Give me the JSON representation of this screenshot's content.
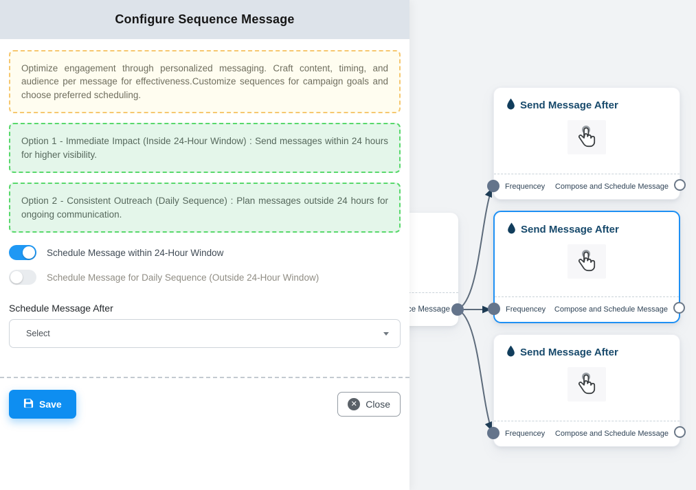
{
  "panel": {
    "title": "Configure Sequence Message",
    "info_note": "Optimize engagement through personalized messaging. Craft content, timing, and audience per message for effectiveness.Customize sequences for campaign goals and choose preferred scheduling.",
    "option1": "Option 1 - Immediate Impact (Inside 24-Hour Window) : Send messages within 24 hours for higher visibility.",
    "option2": "Option 2 - Consistent Outreach (Daily Sequence) : Plan messages outside 24 hours for ongoing communication.",
    "toggles": [
      {
        "label": "Schedule Message within 24-Hour Window",
        "state": "on"
      },
      {
        "label": "Schedule Message for Daily Sequence (Outside 24-Hour Window)",
        "state": "off"
      }
    ],
    "schedule_after": {
      "label": "Schedule Message After",
      "placeholder": "Select"
    },
    "buttons": {
      "save": "Save",
      "close": "Close"
    }
  },
  "canvas": {
    "parent_node": {
      "port_label_fragment": "ce Message"
    },
    "nodes": [
      {
        "title": "Send Message After",
        "footer_left": "Frequencey",
        "footer_right": "Compose and Schedule Message",
        "selected": false
      },
      {
        "title": "Send Message After",
        "footer_left": "Frequencey",
        "footer_right": "Compose and Schedule Message",
        "selected": true
      },
      {
        "title": "Send Message After",
        "footer_left": "Frequencey",
        "footer_right": "Compose and Schedule Message",
        "selected": false
      }
    ]
  },
  "colors": {
    "toggle_on_blue": "#1f98f4",
    "save_button_blue": "#0e8ef1",
    "selected_node_border": "#1e90f4",
    "note_yellow_border": "#f6c76f",
    "note_green_border": "#58d86b",
    "node_title_navy": "#17496b",
    "port_gray": "#64748b",
    "edge_gray": "#5d6b7b",
    "drawer_header_bg": "#dde3ea",
    "canvas_bg": "#f1f3f5"
  }
}
